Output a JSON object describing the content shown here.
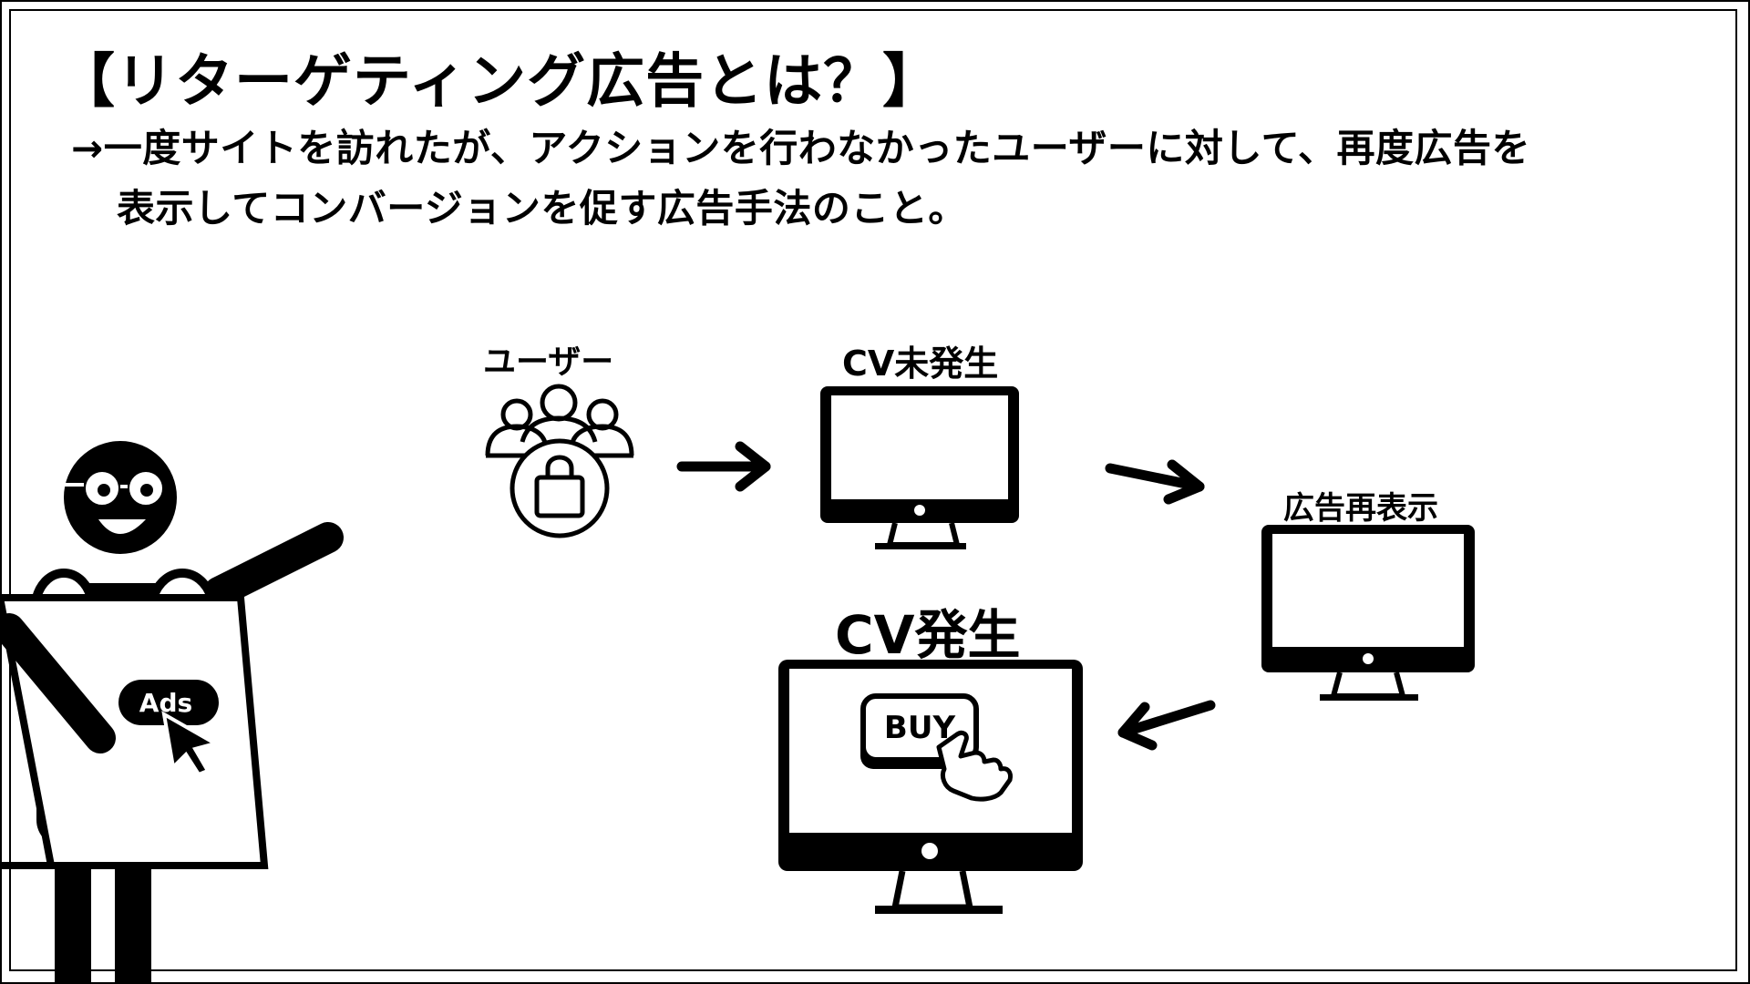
{
  "title": "【リターゲティング広告とは？】",
  "description": {
    "line1": "→一度サイトを訪れたが、アクションを行わなかったユーザーに対して、再度広告を",
    "line2": "表示してコンバージョンを促す広告手法のこと。"
  },
  "diagram": {
    "user_label": "ユーザー",
    "cv_not_label": "CV未発生",
    "re_display_label": "広告再表示",
    "cv_label": "CV発生",
    "ads_badge": "Ads",
    "buy_button": "BUY"
  },
  "icons": [
    "users-shopping-bag-icon",
    "monitor-icon",
    "arrow-right-icon",
    "buy-button-icon",
    "hand-pointer-icon",
    "presenter-figure",
    "cursor-icon"
  ]
}
